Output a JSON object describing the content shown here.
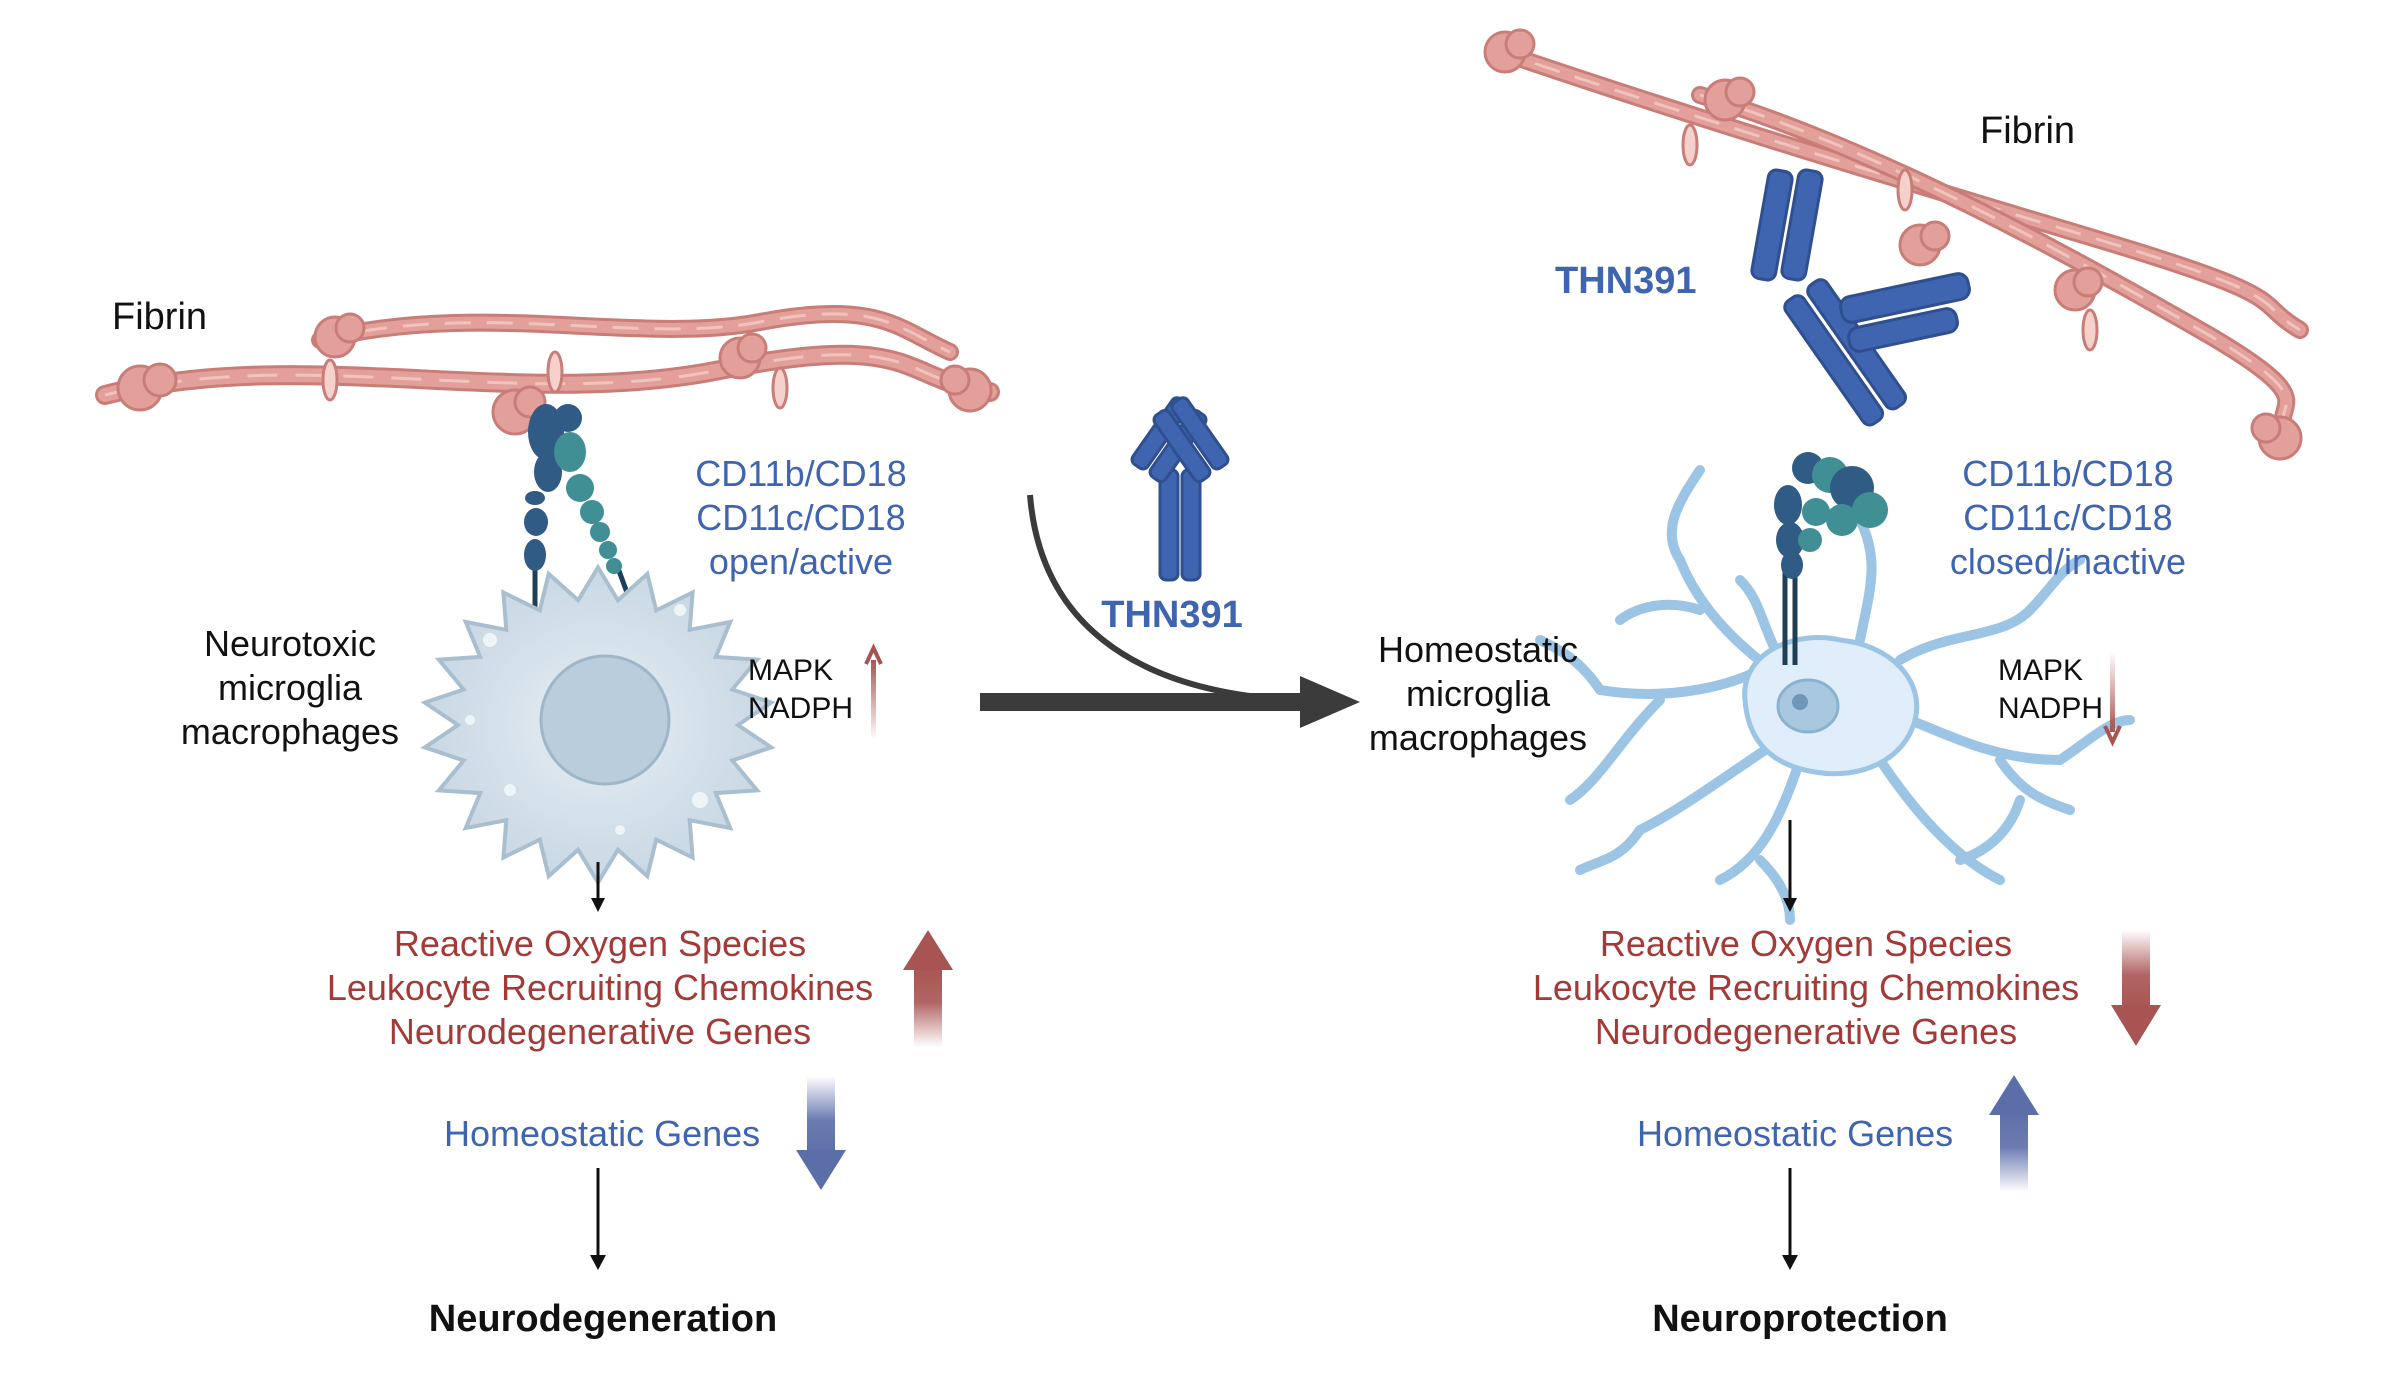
{
  "left_panel": {
    "fibrin_label": "Fibrin",
    "receptor_lines": [
      "CD11b/CD18",
      "CD11c/CD18",
      "open/active"
    ],
    "cell_label_lines": [
      "Neurotoxic",
      "microglia",
      "macrophages"
    ],
    "signal_lines": [
      "MAPK",
      "NADPH"
    ],
    "signal_direction": "up",
    "effects_lines": [
      "Reactive Oxygen Species",
      "Leukocyte Recruiting Chemokines",
      "Neurodegenerative Genes"
    ],
    "effects_direction": "up",
    "homeostatic_label": "Homeostatic Genes",
    "homeostatic_direction": "down",
    "outcome": "Neurodegeneration"
  },
  "center": {
    "antibody_label": "THN391"
  },
  "right_panel": {
    "fibrin_label": "Fibrin",
    "antibody_label": "THN391",
    "receptor_lines": [
      "CD11b/CD18",
      "CD11c/CD18",
      "closed/inactive"
    ],
    "cell_label_lines": [
      "Homeostatic",
      "microglia",
      "macrophages"
    ],
    "signal_lines": [
      "MAPK",
      "NADPH"
    ],
    "signal_direction": "down",
    "effects_lines": [
      "Reactive Oxygen Species",
      "Leukocyte Recruiting Chemokines",
      "Neurodegenerative Genes"
    ],
    "effects_direction": "down",
    "homeostatic_label": "Homeostatic Genes",
    "homeostatic_direction": "up",
    "outcome": "Neuroprotection"
  },
  "colors": {
    "fibrin": "#e3a09a",
    "fibrin_dark": "#c97d78",
    "antibody": "#3f64b0",
    "antibody_light": "#5b80cc",
    "integrin_dark": "#2f5b85",
    "integrin_teal": "#3f8f94",
    "cell_fill": "#d8e3ec",
    "cell_stroke": "#a9bfcf",
    "microglia_fill": "#dfeefa",
    "microglia_stroke": "#9cc4e4",
    "label_blue": "#3f64b0",
    "label_red": "#a33a38",
    "arrow_red": "#a85452",
    "arrow_blue": "#5c6ea8"
  }
}
